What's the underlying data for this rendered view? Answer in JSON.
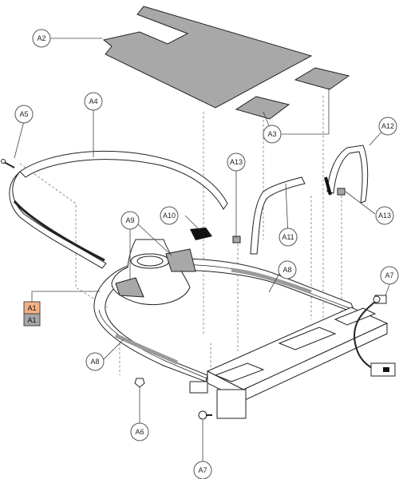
{
  "diagram": {
    "callouts": {
      "a2": "A2",
      "a3": "A3",
      "a4": "A4",
      "a5": "A5",
      "a6": "A6",
      "a7_top": "A7",
      "a7_bottom": "A7",
      "a8_right": "A8",
      "a8_left": "A8",
      "a9": "A9",
      "a10": "A10",
      "a11": "A11",
      "a12": "A12",
      "a13_left": "A13",
      "a13_right": "A13"
    },
    "legend": {
      "top_label": "A1",
      "bottom_label": "A1",
      "top_color": "#f5b183",
      "bottom_color": "#a6a6a6"
    }
  }
}
